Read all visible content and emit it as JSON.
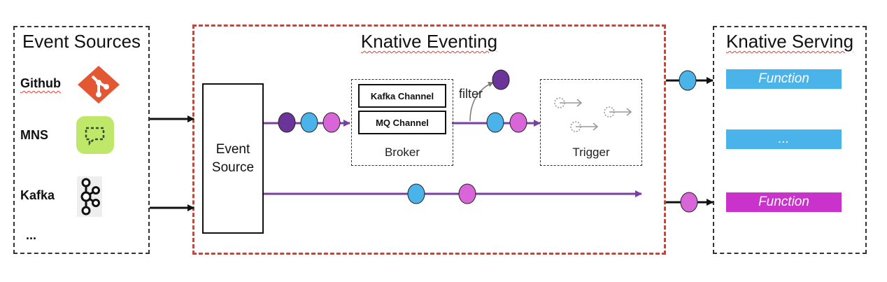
{
  "sections": {
    "event_sources": {
      "title": "Event Sources"
    },
    "knative_eventing": {
      "title": "Knative Eventing"
    },
    "knative_serving": {
      "title": "Knative Serving"
    }
  },
  "sources": [
    {
      "label": "Github",
      "icon": "git-icon",
      "color": "#e35733"
    },
    {
      "label": "MNS",
      "icon": "mns-icon",
      "color": "#bfe86b"
    },
    {
      "label": "Kafka",
      "icon": "kafka-icon",
      "color": "#111111"
    },
    {
      "label": "..."
    }
  ],
  "event_source": {
    "line1": "Event",
    "line2": "Source"
  },
  "broker": {
    "label": "Broker",
    "channels": [
      "Kafka Channel",
      "MQ Channel"
    ],
    "filter_label": "filter"
  },
  "trigger": {
    "label": "Trigger"
  },
  "functions": [
    {
      "label": "Function",
      "color": "#49b3ea"
    },
    {
      "label": "...",
      "color": "#49b3ea"
    },
    {
      "label": "Function",
      "color": "#c933cc"
    }
  ],
  "colors": {
    "event_dark": "#6b3499",
    "event_blue": "#49b3ea",
    "event_pink": "#d966d8",
    "flow_line": "#7a3fa2",
    "red_dashed": "#e03a2f"
  }
}
